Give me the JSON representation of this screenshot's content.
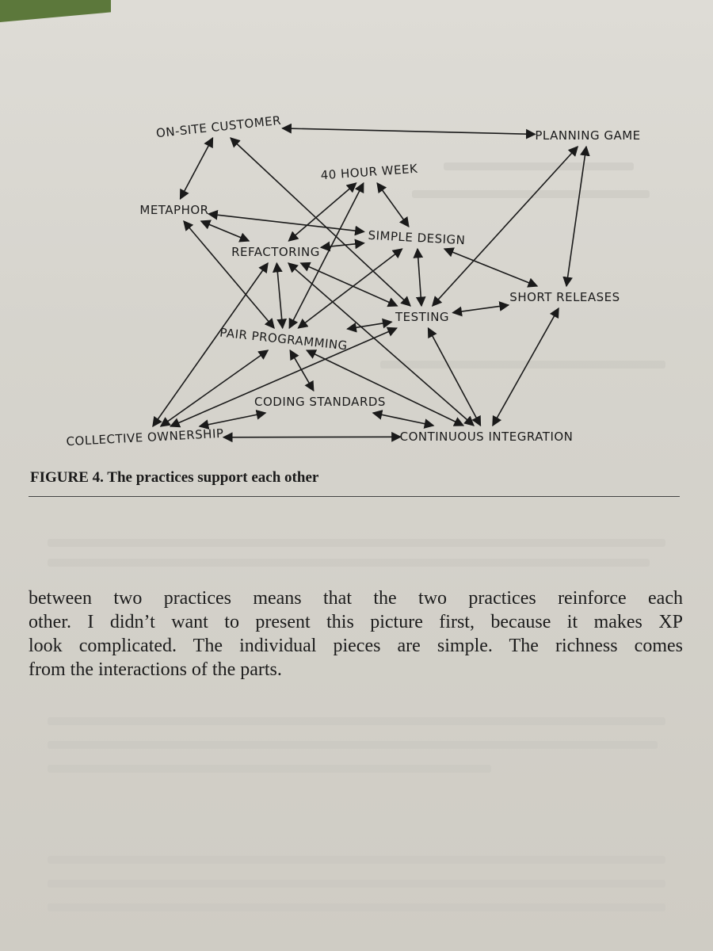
{
  "figure": {
    "nodes": [
      {
        "id": "onsite",
        "label": "ON-SITE CUSTOMER"
      },
      {
        "id": "planning",
        "label": "PLANNING GAME"
      },
      {
        "id": "fortyhour",
        "label": "40 HOUR WEEK"
      },
      {
        "id": "metaphor",
        "label": "METAPHOR"
      },
      {
        "id": "refactoring",
        "label": "REFACTORING"
      },
      {
        "id": "simpledesign",
        "label": "SIMPLE DESIGN"
      },
      {
        "id": "testing",
        "label": "TESTING"
      },
      {
        "id": "shortreleases",
        "label": "SHORT RELEASES"
      },
      {
        "id": "pairprogramming",
        "label": "PAIR PROGRAMMING"
      },
      {
        "id": "codingstandards",
        "label": "CODING STANDARDS"
      },
      {
        "id": "collective",
        "label": "COLLECTIVE OWNERSHIP"
      },
      {
        "id": "continuous",
        "label": "CONTINUOUS INTEGRATION"
      }
    ],
    "edges": [
      [
        "onsite",
        "planning"
      ],
      [
        "onsite",
        "metaphor"
      ],
      [
        "onsite",
        "testing"
      ],
      [
        "planning",
        "testing"
      ],
      [
        "planning",
        "shortreleases"
      ],
      [
        "fortyhour",
        "refactoring"
      ],
      [
        "fortyhour",
        "simpledesign"
      ],
      [
        "fortyhour",
        "pairprogramming"
      ],
      [
        "metaphor",
        "refactoring"
      ],
      [
        "metaphor",
        "simpledesign"
      ],
      [
        "metaphor",
        "pairprogramming"
      ],
      [
        "refactoring",
        "simpledesign"
      ],
      [
        "refactoring",
        "testing"
      ],
      [
        "refactoring",
        "pairprogramming"
      ],
      [
        "refactoring",
        "continuous"
      ],
      [
        "refactoring",
        "collective"
      ],
      [
        "simpledesign",
        "testing"
      ],
      [
        "simpledesign",
        "shortreleases"
      ],
      [
        "simpledesign",
        "pairprogramming"
      ],
      [
        "testing",
        "shortreleases"
      ],
      [
        "testing",
        "pairprogramming"
      ],
      [
        "testing",
        "continuous"
      ],
      [
        "testing",
        "collective"
      ],
      [
        "pairprogramming",
        "codingstandards"
      ],
      [
        "pairprogramming",
        "collective"
      ],
      [
        "pairprogramming",
        "continuous"
      ],
      [
        "codingstandards",
        "collective"
      ],
      [
        "codingstandards",
        "continuous"
      ],
      [
        "collective",
        "continuous"
      ],
      [
        "shortreleases",
        "continuous"
      ]
    ],
    "caption": "FIGURE 4.  The practices support each other"
  },
  "body": {
    "lines": [
      "between two practices means that the two practices reinforce each",
      "other. I didn’t want to present this picture first, because it makes XP",
      "look complicated. The individual pieces are simple. The richness comes",
      "from the interactions of the parts."
    ]
  },
  "colors": {
    "page": "#d8d6cf",
    "ink": "#1a1a1a",
    "background": "#5f7a3e"
  }
}
